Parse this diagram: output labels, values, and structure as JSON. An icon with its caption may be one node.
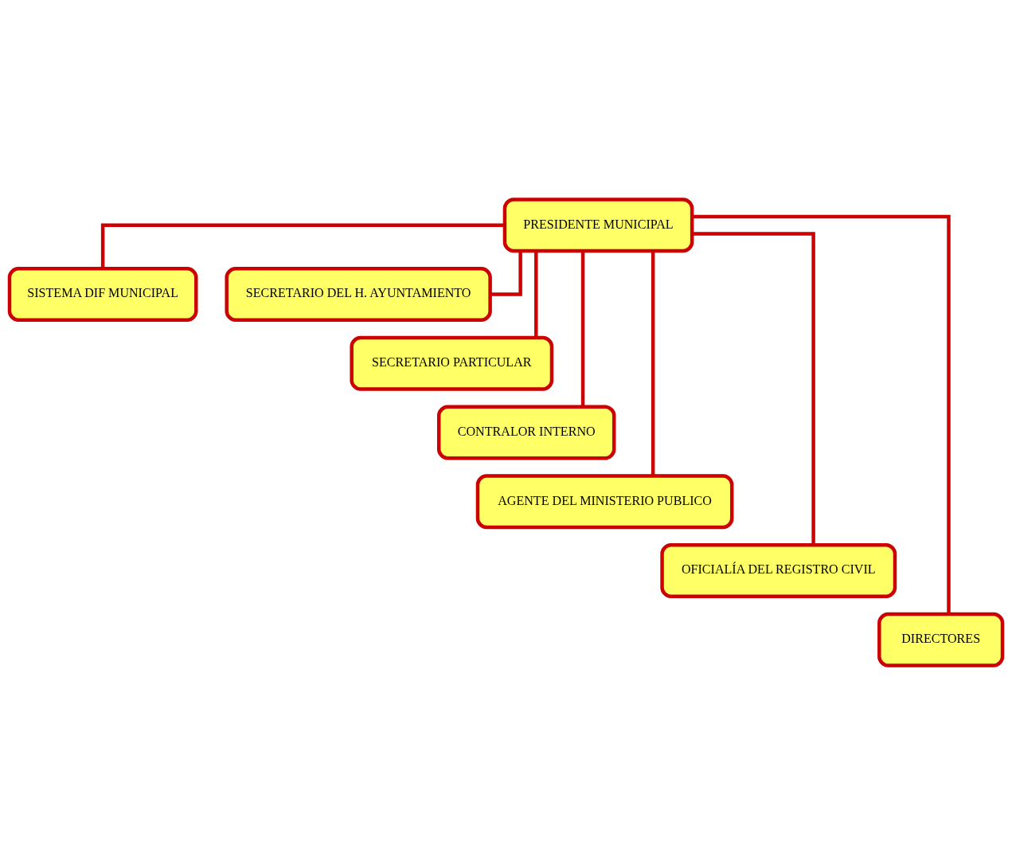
{
  "diagram": {
    "nodes": [
      {
        "text": [
          "PRESIDENTE MUNICIPAL"
        ]
      },
      {
        "text": [
          "SISTEMA DIF MUNICIPAL"
        ]
      },
      {
        "text": [
          "SECRETARIO DEL H. AYUNTAMIENTO"
        ]
      },
      {
        "text": [
          "SECRETARIO PARTICULAR"
        ]
      },
      {
        "text": [
          "CONTRALOR INTERNO"
        ]
      },
      {
        "text": [
          "AGENTE DEL MINISTERIO PUBLICO"
        ]
      },
      {
        "text": [
          "OFICIALÍA DEL REGISTRO CIVIL"
        ]
      },
      {
        "text": [
          "DIRECTORES"
        ]
      }
    ],
    "edges": [
      {
        "from": 0,
        "to": 1,
        "arrow": "none"
      },
      {
        "from": 0,
        "to": 2,
        "arrow": "none"
      },
      {
        "from": 0,
        "to": 3,
        "arrow": "none"
      },
      {
        "from": 0,
        "to": 4,
        "arrow": "none"
      },
      {
        "from": 0,
        "to": 5,
        "arrow": "none"
      },
      {
        "from": 0,
        "to": 6,
        "arrow": "none"
      },
      {
        "from": 0,
        "to": 7,
        "arrow": "none"
      }
    ]
  }
}
